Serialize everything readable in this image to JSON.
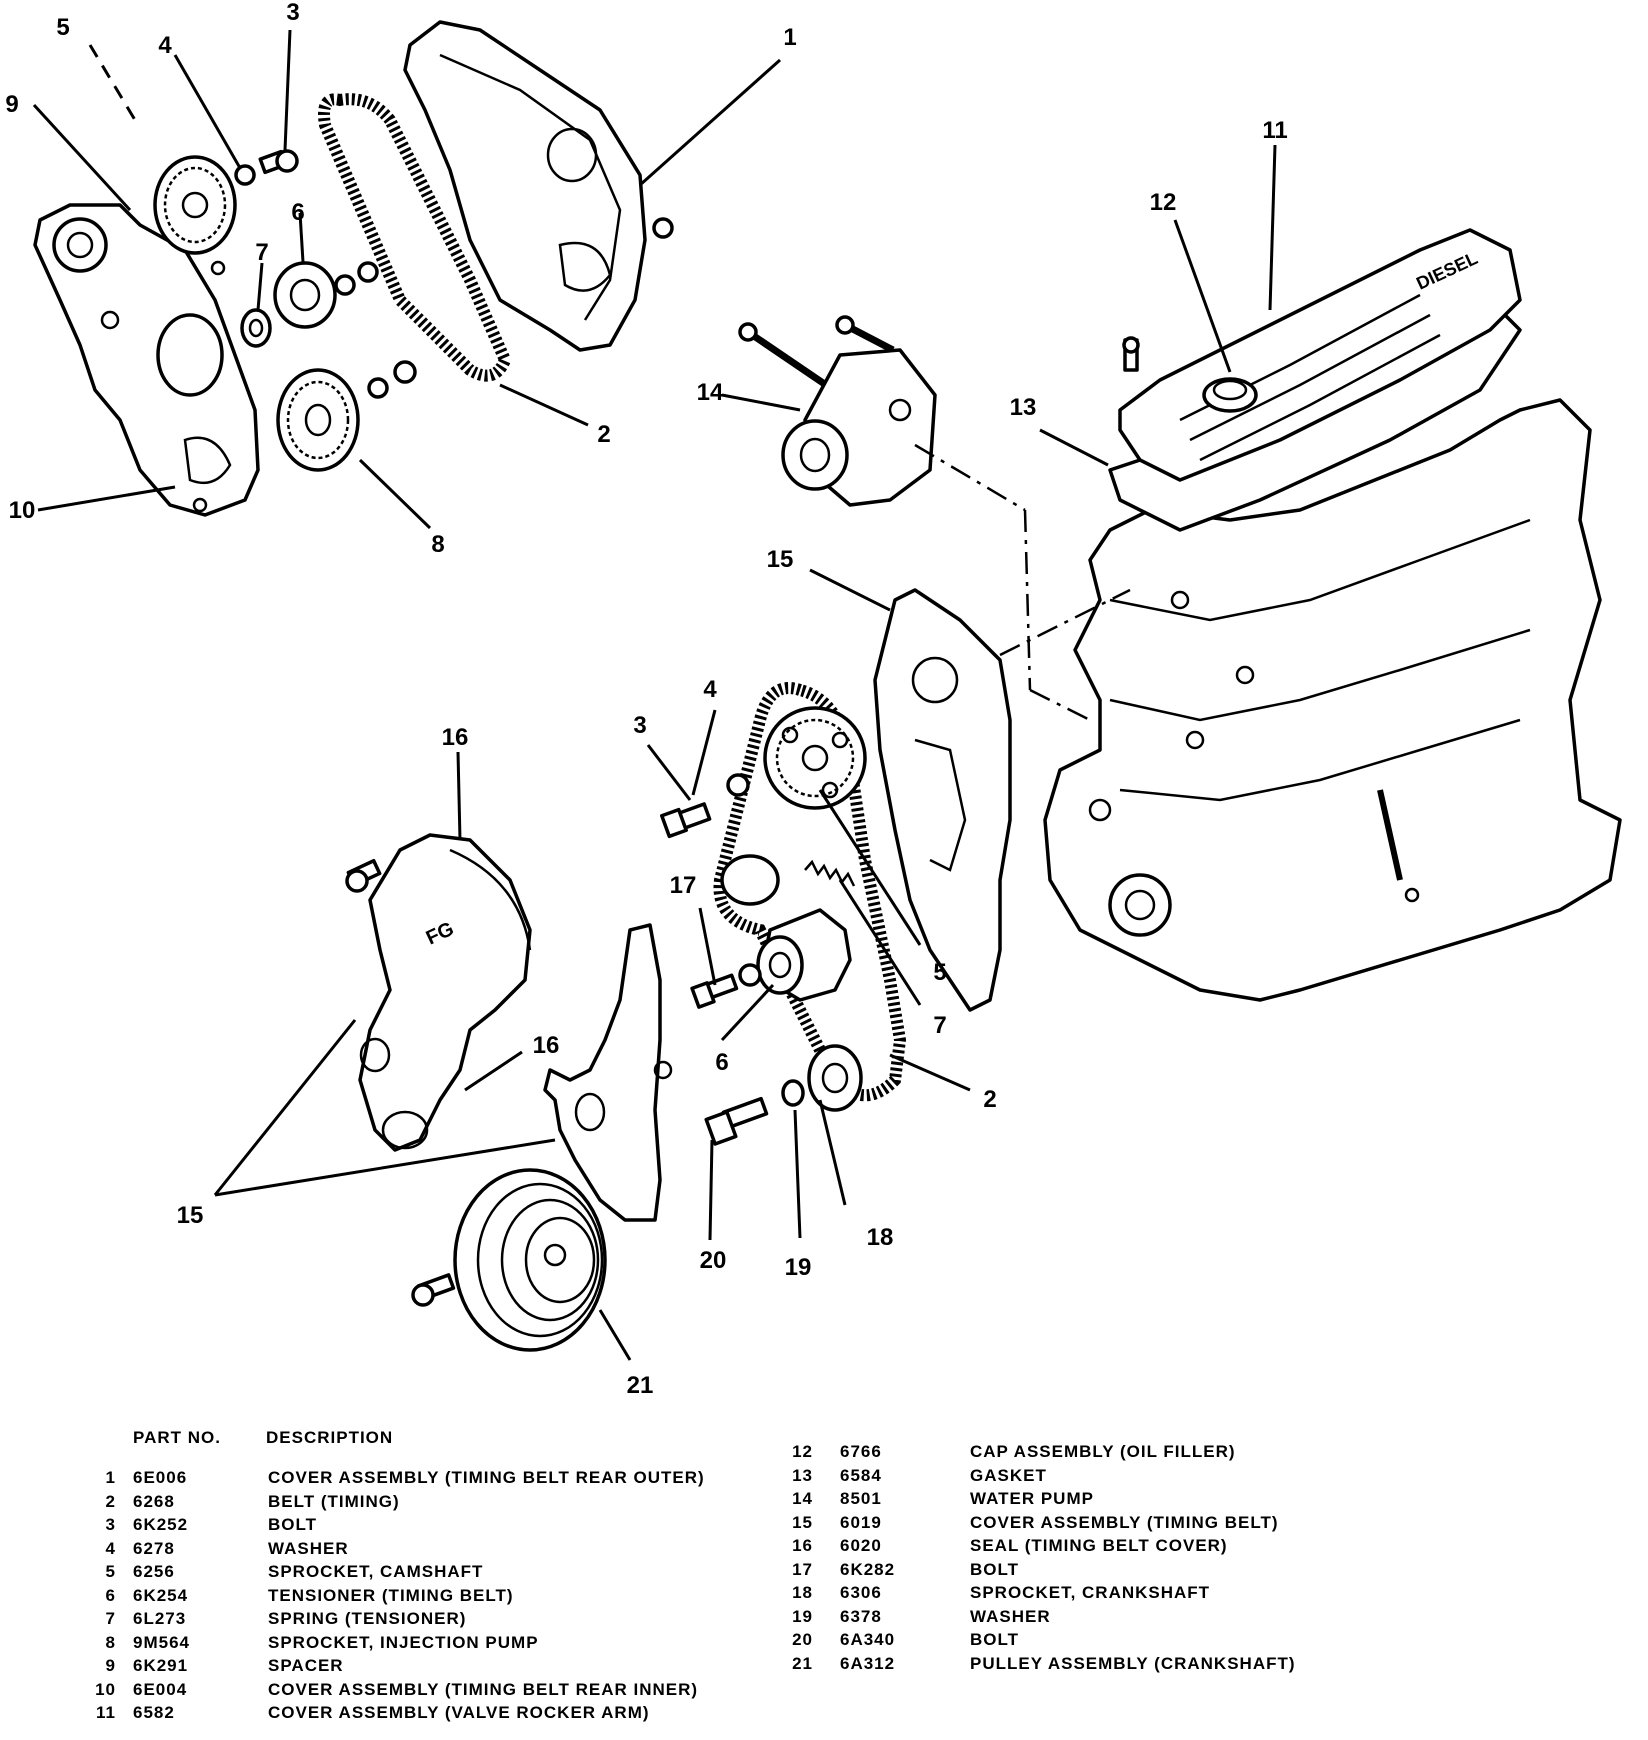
{
  "callouts": {
    "c1": "1",
    "c2": "2",
    "c3": "3",
    "c4": "4",
    "c5": "5",
    "c6": "6",
    "c7": "7",
    "c8": "8",
    "c9": "9",
    "c10": "10",
    "c11": "11",
    "c12": "12",
    "c13": "13",
    "c14": "14",
    "c15": "15",
    "c2b": "2",
    "c3b": "3",
    "c4b": "4",
    "c5b": "5",
    "c6b": "6",
    "c7b": "7",
    "c15b": "15",
    "c16": "16",
    "c16b": "16",
    "c17": "17",
    "c18": "18",
    "c19": "19",
    "c20": "20",
    "c21": "21"
  },
  "legend": {
    "header_part": "PART NO.",
    "header_desc": "DESCRIPTION",
    "left": [
      {
        "num": "1",
        "part": "6E006",
        "desc": "COVER ASSEMBLY (TIMING BELT REAR OUTER)"
      },
      {
        "num": "2",
        "part": "6268",
        "desc": "BELT (TIMING)"
      },
      {
        "num": "3",
        "part": "6K252",
        "desc": "BOLT"
      },
      {
        "num": "4",
        "part": "6278",
        "desc": "WASHER"
      },
      {
        "num": "5",
        "part": "6256",
        "desc": "SPROCKET, CAMSHAFT"
      },
      {
        "num": "6",
        "part": "6K254",
        "desc": "TENSIONER (TIMING BELT)"
      },
      {
        "num": "7",
        "part": "6L273",
        "desc": "SPRING (TENSIONER)"
      },
      {
        "num": "8",
        "part": "9M564",
        "desc": "SPROCKET, INJECTION PUMP"
      },
      {
        "num": "9",
        "part": "6K291",
        "desc": "SPACER"
      },
      {
        "num": "10",
        "part": "6E004",
        "desc": "COVER ASSEMBLY (TIMING BELT REAR INNER)"
      },
      {
        "num": "11",
        "part": "6582",
        "desc": "COVER ASSEMBLY (VALVE ROCKER ARM)"
      }
    ],
    "right": [
      {
        "num": "12",
        "part": "6766",
        "desc": "CAP ASSEMBLY (OIL FILLER)"
      },
      {
        "num": "13",
        "part": "6584",
        "desc": "GASKET"
      },
      {
        "num": "14",
        "part": "8501",
        "desc": "WATER PUMP"
      },
      {
        "num": "15",
        "part": "6019",
        "desc": "COVER ASSEMBLY (TIMING BELT)"
      },
      {
        "num": "16",
        "part": "6020",
        "desc": "SEAL (TIMING BELT COVER)"
      },
      {
        "num": "17",
        "part": "6K282",
        "desc": "BOLT"
      },
      {
        "num": "18",
        "part": "6306",
        "desc": "SPROCKET, CRANKSHAFT"
      },
      {
        "num": "19",
        "part": "6378",
        "desc": "WASHER"
      },
      {
        "num": "20",
        "part": "6A340",
        "desc": "BOLT"
      },
      {
        "num": "21",
        "part": "6A312",
        "desc": "PULLEY ASSEMBLY (CRANKSHAFT)"
      }
    ]
  }
}
